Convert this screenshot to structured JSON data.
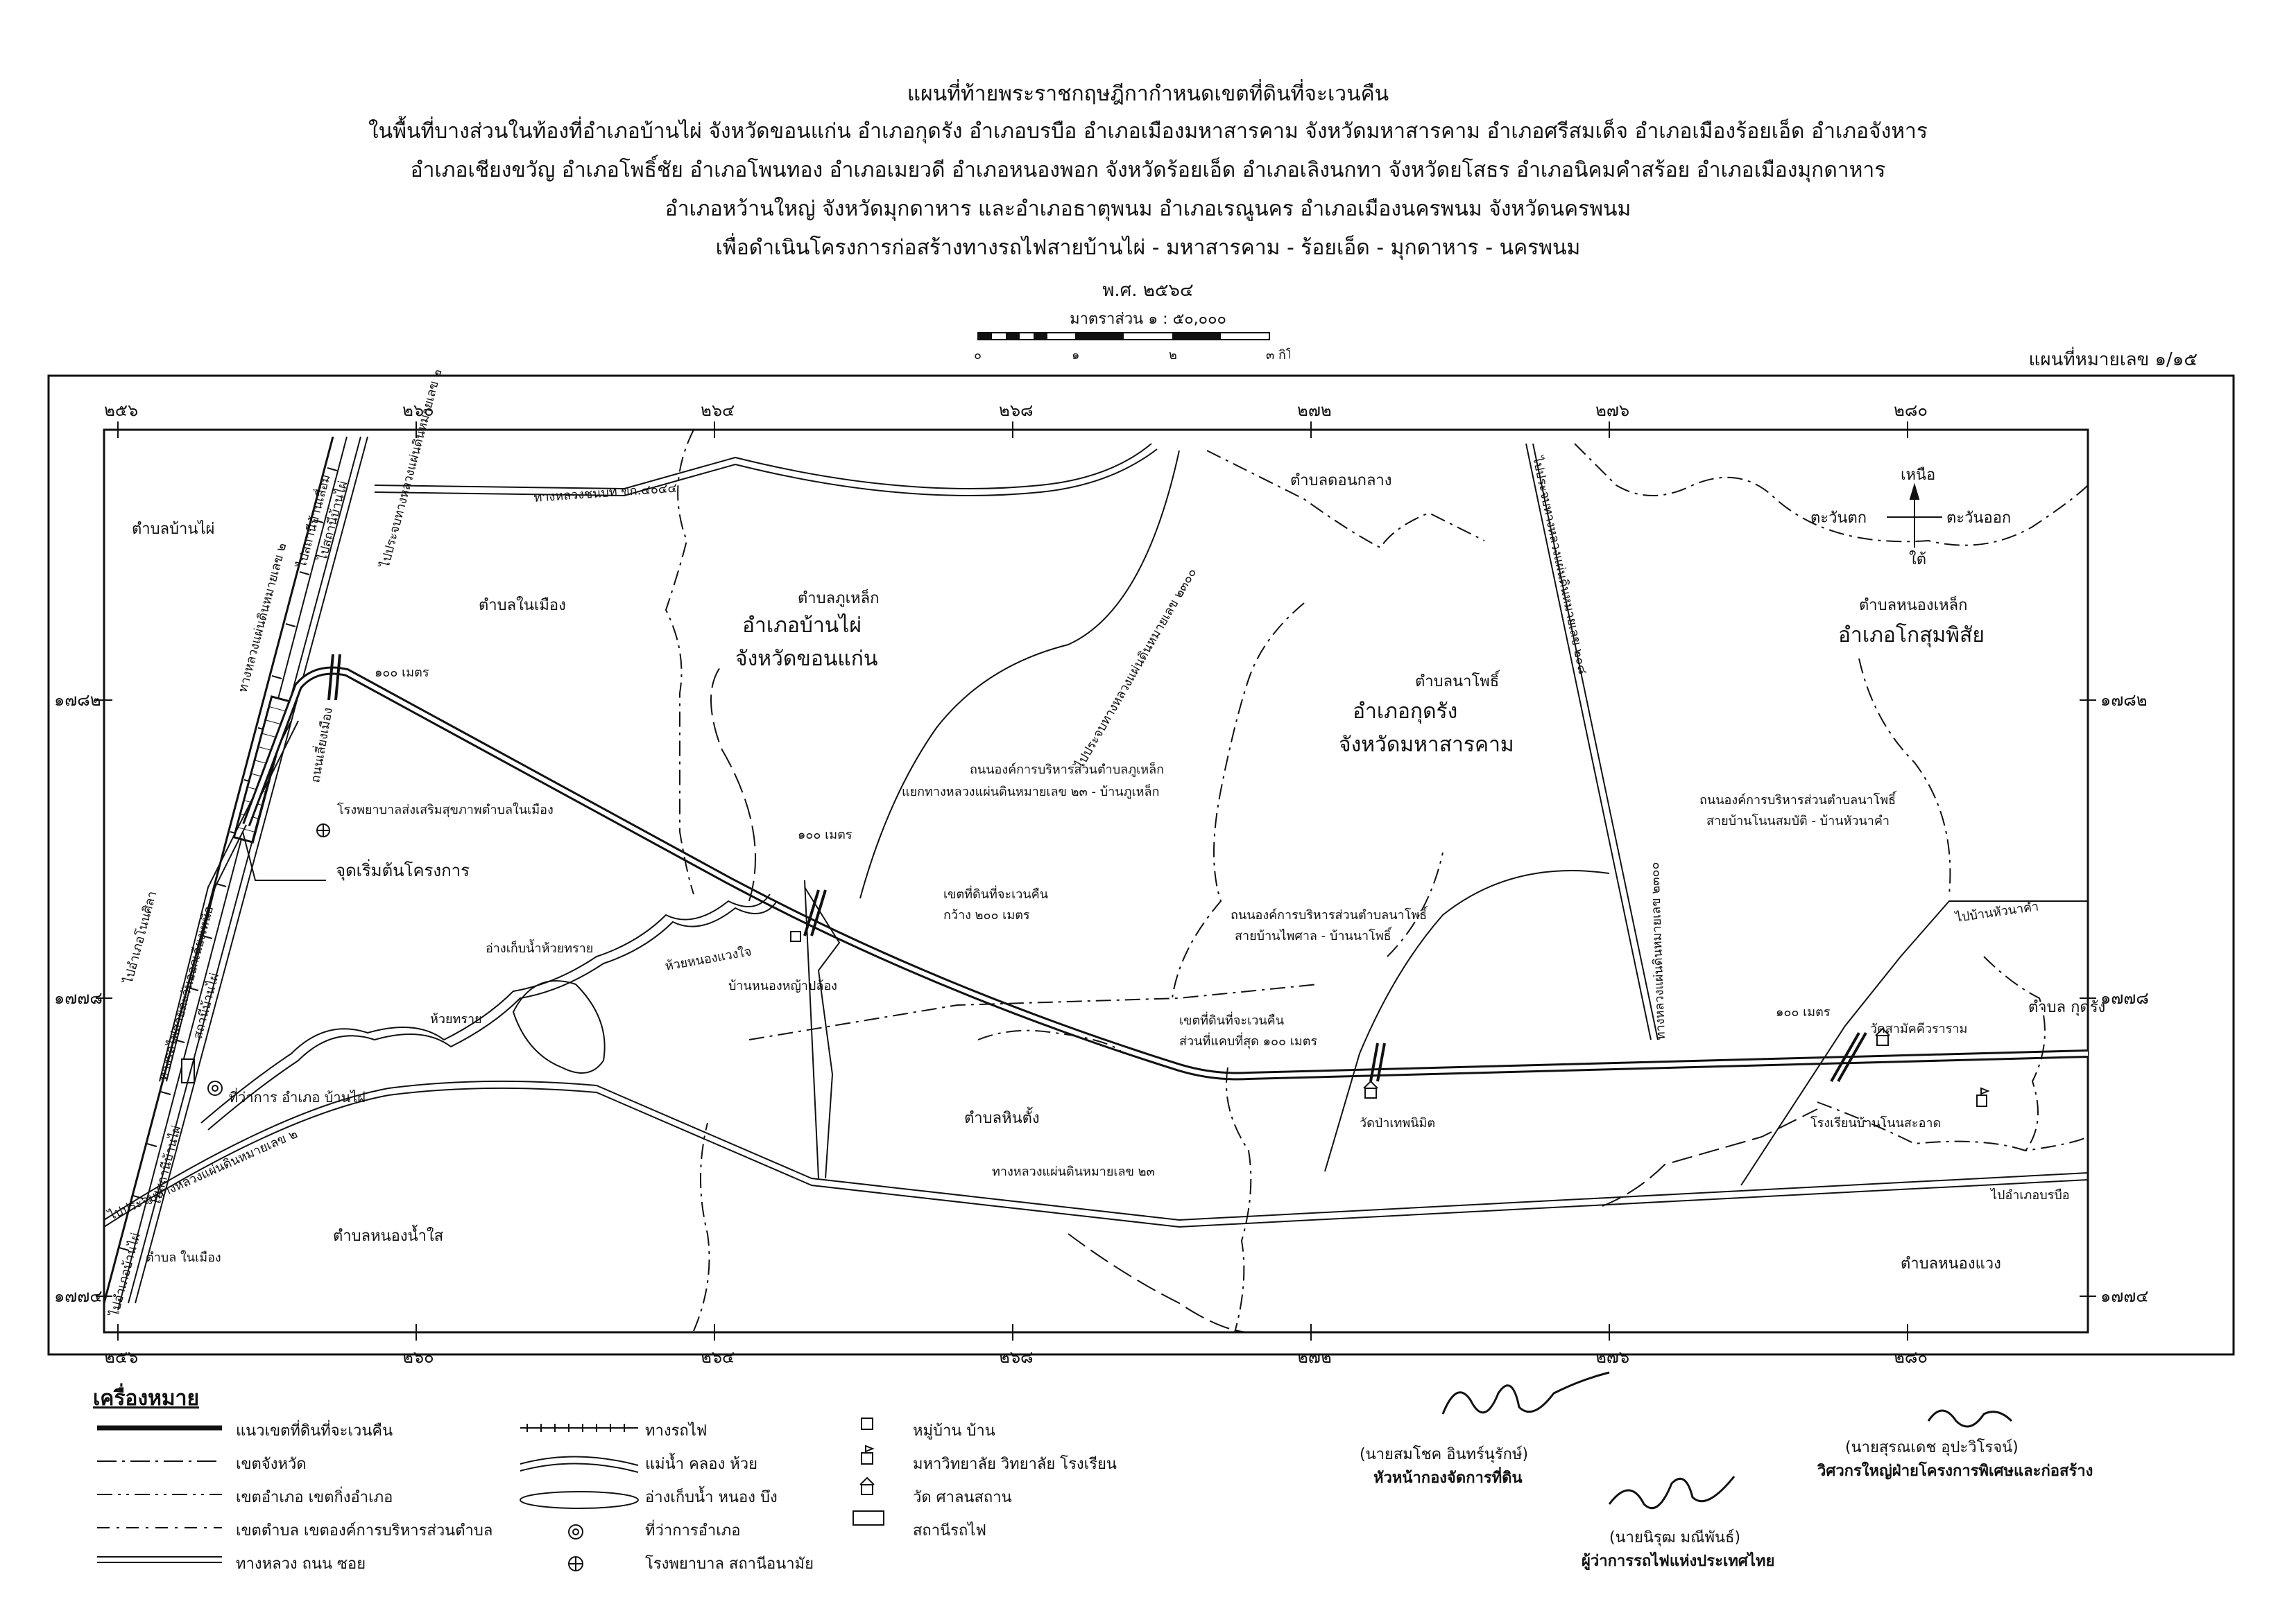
{
  "header": {
    "title_lines": [
      "แผนที่ท้ายพระราชกฤษฎีกากำหนดเขตที่ดินที่จะเวนคืน",
      "ในพื้นที่บางส่วนในท้องที่อำเภอบ้านไผ่ จังหวัดขอนแก่น อำเภอกุดรัง อำเภอบรบือ อำเภอเมืองมหาสารคาม จังหวัดมหาสารคาม อำเภอศรีสมเด็จ อำเภอเมืองร้อยเอ็ด อำเภอจังหาร",
      "อำเภอเชียงขวัญ อำเภอโพธิ์ชัย อำเภอโพนทอง อำเภอเมยวดี อำเภอหนองพอก จังหวัดร้อยเอ็ด อำเภอเลิงนกทา จังหวัดยโสธร อำเภอนิคมคำสร้อย อำเภอเมืองมุกดาหาร",
      "อำเภอหว้านใหญ่ จังหวัดมุกดาหาร และอำเภอธาตุพนม อำเภอเรณูนคร อำเภอเมืองนครพนม จังหวัดนครพนม",
      "เพื่อดำเนินโครงการก่อสร้างทางรถไฟสายบ้านไผ่ - มหาสารคาม - ร้อยเอ็ด - มุกดาหาร - นครพนม"
    ],
    "year": "พ.ศ. ๒๕๖๔",
    "scale_text": "มาตราส่วน ๑ : ๕๐,๐๐๐",
    "scale_ticks": [
      "๐",
      "๑",
      "๒",
      "๓ กิโลเมตร"
    ],
    "sheet_number": "แผนที่หมายเลข ๑/๑๕"
  },
  "map": {
    "grid_top_labels": [
      "๒๕๖",
      "๒๖๐",
      "๒๖๔",
      "๒๖๘",
      "๒๗๒",
      "๒๗๖",
      "๒๘๐"
    ],
    "grid_side_labels": [
      "๑๗๘๒",
      "๑๗๗๘",
      "๑๗๗๔"
    ],
    "north_arrow": {
      "north": "เหนือ",
      "west": "ตะวันตก",
      "east": "ตะวันออก",
      "south": "ใต้"
    },
    "labels": {
      "t_banphai": "ตำบลบ้านไผ่",
      "t_naimuang": "ตำบลในเมือง",
      "t_phulek": "ตำบลภูเหล็ก",
      "a_banphai": "อำเภอบ้านไผ่",
      "p_khonkaen": "จังหวัดขอนแก่น",
      "t_donklang": "ตำบลดอนกลาง",
      "t_naphot": "ตำบลนาโพธิ์",
      "a_kudrang": "อำเภอกุดรัง",
      "p_mahasarakham": "จังหวัดมหาสารคาม",
      "t_nonglek": "ตำบลหนองเหล็ก",
      "a_kosum": "อำเภอโกสุมพิสัย",
      "t_hintang": "ตำบลหินตั้ง",
      "t_nongnamsai": "ตำบลหนองน้ำใส",
      "t_nongwaeng": "ตำบลหนองแวง",
      "t_kudrang": "ตำบล กุดรัง",
      "t_naimuang_small": "ตำบล ในเมือง",
      "w100_1": "๑๐๐ เมตร",
      "w100_2": "๑๐๐ เมตร",
      "w100_3": "๑๐๐ เมตร",
      "hospital": "โรงพยาบาลส่งเสริมสุขภาพตำบลในเมือง",
      "start": "จุดเริ่มต้นโครงการ",
      "expropriation": "เขตที่ดินที่จะเวนคืน",
      "width200": "กว้าง ๒๐๐ เมตร",
      "expropriation2": "เขตที่ดินที่จะเวนคืน",
      "width_min": "ส่วนที่แคบที่สุด ๑๐๐ เมตร",
      "reservoir": "อ่างเก็บน้ำห้วยทราย",
      "huai_sai": "ห้วยทราย",
      "huai_nong": "ห้วยหนองแวงใจ",
      "village_nongya": "บ้านหนองหญ้าปล้อง",
      "district_office": "ที่ว่าการ อำเภอ บ้านไผ่",
      "road_phulek_1": "ถนนองค์การบริหารส่วนตำบลภูเหล็ก",
      "road_phulek_2": "แยกทางหลวงแผ่นดินหมายเลข ๒๓ - บ้านภูเหล็ก",
      "road_naphot_1": "ถนนองค์การบริหารส่วนตำบลนาโพธิ์",
      "road_naphot_2": "สายบ้านไพศาล - บ้านนาโพธิ์",
      "road_naphot_3": "ถนนองค์การบริหารส่วนตำบลนาโพธิ์",
      "road_naphot_4": "สายบ้านโนนสมบัติ - บ้านหัวนาคำ",
      "temple_thep": "วัดป่าเทพนิมิต",
      "temple_sala": "วัดสามัคคีวราราม",
      "school": "โรงเรียนบ้านโนนสะอาด",
      "hwy23": "ทางหลวงแผ่นดินหมายเลข ๒๓",
      "to_borabue": "ไปอำเภอบรบือ",
      "to_huanakham": "ไปบ้านหัวนาคำ",
      "hwy_rural": "ทางหลวงชนบท ขก.๔๐๔๔",
      "hwy2": "ทางหลวงแผ่นดินหมายเลข ๒",
      "hwy2_b": "ไปประจบทางหลวงแผ่นดินหมายเลข ๒",
      "hwy2_c": "ไปประจบทางหลวงแผ่นดินหมายเลข ๒",
      "hwy2300": "ไปประจบทางหลวงแผ่นดินหมายเลข ๒๓๐๐",
      "hwy2300_b": "ทางหลวงแผ่นดินหมายเลข ๒๓๐๐",
      "hwy208": "ไปประจบทางหลวงแผ่นดินหมายเลข ๒๐๘",
      "to_banlueam": "ไปสถานีบ้านเลื่อม",
      "to_bankrong": "ไปสถานีบ้านไผ่",
      "railway_north": "ทางรถไฟสายตะวันออกเฉียงเหนือ",
      "rail_banphai": "สถานีบ้านไผ่",
      "to_nonsila": "ไปอำเภอโนนศิลา",
      "bypass": "ถนนเลี่ยงเมือง",
      "to_banphai": "ไปอำเภอบ้านไผ่",
      "to_station": "ไปสถานีบ้านไผ่"
    }
  },
  "legend": {
    "title": "เครื่องหมาย",
    "items": [
      "แนวเขตที่ดินที่จะเวนคืน",
      "เขตจังหวัด",
      "เขตอำเภอ เขตกิ่งอำเภอ",
      "เขตตำบล เขตองค์การบริหารส่วนตำบล",
      "ทางหลวง ถนน ซอย",
      "ทางรถไฟ",
      "แม่น้ำ คลอง ห้วย",
      "อ่างเก็บน้ำ หนอง บึง",
      "ที่ว่าการอำเภอ",
      "โรงพยาบาล สถานีอนามัย",
      "หมู่บ้าน บ้าน",
      "มหาวิทยาลัย วิทยาลัย โรงเรียน",
      "วัด ศาลนสถาน",
      "สถานีรถไฟ"
    ]
  },
  "signatures": [
    {
      "name": "(นายสมโชค อินทร์นุรักษ์)",
      "title": "หัวหน้ากองจัดการที่ดิน"
    },
    {
      "name": "(นายนิรุฒ มณีพันธ์)",
      "title": "ผู้ว่าการรถไฟแห่งประเทศไทย"
    },
    {
      "name": "(นายสุรณเดช อุปะวิโรจน์)",
      "title": "วิศวกรใหญ่ฝ่ายโครงการพิเศษและก่อสร้าง"
    }
  ],
  "colors": {
    "ink": "#111111",
    "paper": "#ffffff"
  }
}
